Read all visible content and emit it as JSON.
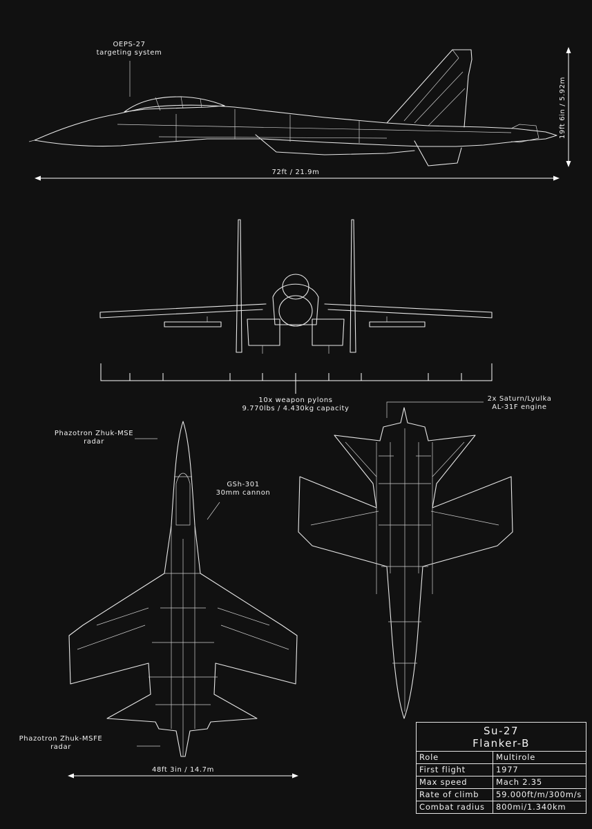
{
  "annotations": {
    "oeps": [
      "OEPS-27",
      "targeting system"
    ],
    "length": "72ft / 21.9m",
    "height": "19ft 6in / 5.92m",
    "pylons": [
      "10x weapon pylons",
      "9.770lbs / 4.430kg capacity"
    ],
    "engine": [
      "2x Saturn/Lyulka",
      "AL-31F engine"
    ],
    "radar_top": [
      "Phazotron Zhuk-MSE",
      "radar"
    ],
    "cannon": [
      "GSh-301",
      "30mm cannon"
    ],
    "radar_bottom": [
      "Phazotron Zhuk-MSFE",
      "radar"
    ],
    "wingspan": "48ft 3in / 14.7m"
  },
  "spec_card": {
    "model": "Su-27",
    "name": "Flanker-B",
    "rows": [
      {
        "label": "Role",
        "value": "Multirole"
      },
      {
        "label": "First flight",
        "value": "1977"
      },
      {
        "label": "Max speed",
        "value": "Mach 2.35"
      },
      {
        "label": "Rate of climb",
        "value": "59.000ft/m/300m/s"
      },
      {
        "label": "Combat radius",
        "value": "800mi/1.340km"
      }
    ]
  },
  "colors": {
    "background": "#111111",
    "lines": "#e9e9e9"
  }
}
